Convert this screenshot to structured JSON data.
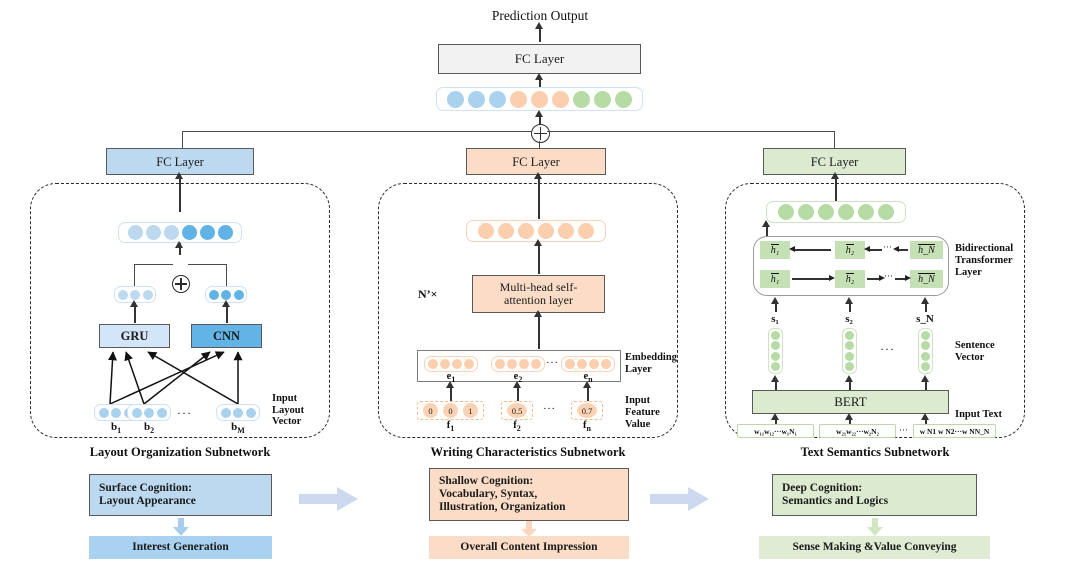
{
  "diagram": {
    "title": "Prediction Output",
    "top": {
      "prediction_output": "Prediction Output",
      "fc_layer": "FC Layer",
      "fusion_vector": {
        "blue_count": 3,
        "orange_count": 3,
        "green_count": 3,
        "colors": {
          "blue": "#a9d2ef",
          "orange": "#fbcfae",
          "green": "#b7dba4"
        }
      },
      "sum_operator": "⊕"
    },
    "subnetworks": [
      {
        "id": "layout",
        "caption": "Layout Organization Subnetwork",
        "fc_layer": "FC Layer",
        "accent": "#bcd9f0",
        "concat_vector": {
          "light_count": 3,
          "dark_count": 3
        },
        "sum_operator": "⊕",
        "branches": [
          {
            "name": "GRU",
            "label": "GRU",
            "fill": "#d3e6f7",
            "vector_dots": 3,
            "dot_tone": "light"
          },
          {
            "name": "CNN",
            "label": "CNN",
            "fill": "#63b4e6",
            "vector_dots": 3,
            "dot_tone": "dark"
          }
        ],
        "inputs": [
          {
            "label": "b",
            "sub": "1",
            "dots": 3
          },
          {
            "label": "b",
            "sub": "2",
            "dots": 3
          },
          {
            "label": "b",
            "sub": "M",
            "dots": 3
          }
        ],
        "ellipsis": "···",
        "input_legend": [
          "Input",
          "Layout",
          "Vector"
        ],
        "cognition": {
          "box_lines": [
            "Surface Cognition:",
            "Layout Appearance"
          ],
          "result": "Interest Generation",
          "fill": "#a8d2f0"
        }
      },
      {
        "id": "writing",
        "caption": "Writing Characteristics Subnetwork",
        "fc_layer": "FC Layer",
        "accent": "#fbddc7",
        "output_vector_dots": 6,
        "repeat_label": "N’×",
        "attention_block": [
          "Multi-head self-",
          "attention layer"
        ],
        "embedding_legend": [
          "Embedding",
          "Layer"
        ],
        "embeddings": [
          {
            "label": "e",
            "sub": "1",
            "dots": 4
          },
          {
            "label": "e",
            "sub": "2",
            "dots": 4
          },
          {
            "label": "e",
            "sub": "n",
            "dots": 4
          }
        ],
        "embedding_ellipsis": "···",
        "features": [
          {
            "label": "f",
            "sub": "1",
            "values": [
              "0",
              "0",
              "1"
            ]
          },
          {
            "label": "f",
            "sub": "2",
            "values": [
              "0.5"
            ]
          },
          {
            "label": "f",
            "sub": "n",
            "values": [
              "0.7"
            ]
          }
        ],
        "feature_ellipsis": "···",
        "feature_legend": [
          "Input",
          "Feature",
          "Value"
        ],
        "cognition": {
          "box_lines": [
            "Shallow Cognition:",
            "Vocabulary, Syntax,",
            "Illustration, Organization"
          ],
          "result": "Overall Content Impression",
          "fill": "#fbdcc6"
        }
      },
      {
        "id": "semantics",
        "caption": "Text Semantics Subnetwork",
        "fc_layer": "FC Layer",
        "accent": "#dcead0",
        "output_vector_dots": 6,
        "transformer_legend": [
          "Bidirectional",
          "Transformer",
          "Layer"
        ],
        "backward_states": [
          "h₁",
          "h₂",
          "h_N"
        ],
        "forward_states": [
          "h₁",
          "h₂",
          "h_N"
        ],
        "state_ellipsis": "···",
        "sentence_labels": [
          "s₁",
          "s₂",
          "s_N"
        ],
        "sentence_vector_legend": [
          "Sentence",
          "Vector"
        ],
        "sentence_vector_dots": 4,
        "sentence_ellipsis": "···",
        "bert_label": "BERT",
        "input_text_legend": "Input Text",
        "tokens": [
          "w₁₁w₁₂···w₁N₁",
          "w₂₁w₂₂···w₂N₂",
          "w N1 w N2···w NN_N"
        ],
        "token_ellipsis": "···",
        "cognition": {
          "box_lines": [
            "Deep Cognition:",
            "Semantics and Logics"
          ],
          "result": "Sense Making &Value Conveying",
          "fill": "#dfecd3"
        }
      }
    ],
    "flow_arrow_color": "#ccd9ef"
  }
}
